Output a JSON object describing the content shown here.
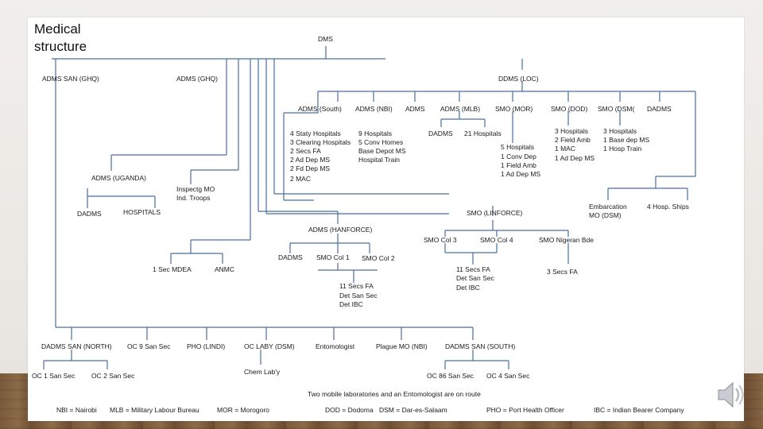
{
  "slide": {
    "title": "Medical\nstructure"
  },
  "nodes": {
    "dms": "DMS",
    "adms_san_ghq": "ADMS SAN (GHQ)",
    "adms_ghq": "ADMS (GHQ)",
    "ddms_loc": "DDMS (LOC)",
    "adms_south": "ADMS (South)",
    "adms_nbi": "ADMS (NBI)",
    "adms": "ADMS",
    "adms_mlb": "ADMS (MLB)",
    "smo_mor": "SMO (MOR)",
    "smo_dod": "SMO (DOD)",
    "smo_dsm": "SMO (DSM(",
    "dadms_top": "DADMS",
    "south_list": [
      "4 Staty Hospitals",
      "3 Clearing Hospitals",
      "2 Secs FA",
      "2 Ad Dep MS",
      "2 Fd Dep MS",
      "2 MAC"
    ],
    "nbi_list": [
      "9 Hospitals",
      "5 Conv Homes",
      "Base Depot MS",
      "Hospital Train"
    ],
    "mlb_dadms": "DADMS",
    "mlb_21hosp": "21 Hospitals",
    "mor_list": [
      "5 Hospitals",
      "1 Conv Dep",
      "1 Field Amb",
      "1 Ad Dep MS"
    ],
    "dod_list": [
      "3 Hospitals",
      "2 Field Amb",
      "1 MAC",
      "1 Ad Dep MS"
    ],
    "dsm_list": [
      "3 Hospitals",
      "1 Base dep MS",
      "1 Hosp Train"
    ],
    "adms_uganda": "ADMS (UGANDA)",
    "uganda_dadms": "DADMS",
    "uganda_hospitals": "HOSPITALS",
    "inspectg_mo": [
      "Inspectg MO",
      "Ind. Troops"
    ],
    "embarcation": [
      "Embarcation",
      "MO (DSM)"
    ],
    "hosp_ships": "4 Hosp. Ships",
    "smo_linforce": "SMO (LINFORCE)",
    "smo_col3": "SMO Col 3",
    "smo_col4": "SMO Col 4",
    "smo_nigerian": "SMO Nigeran Bde",
    "col_list": [
      "11 Secs FA",
      "Det San Sec",
      "Det IBC"
    ],
    "secs_fa_3": "3 Secs FA",
    "adms_hanforce": "ADMS (HANFORCE)",
    "hanforce_dadms": "DADMS",
    "smo_col1": "SMO Col 1",
    "smo_col2": "SMO Col 2",
    "hanforce_list": [
      "11 Secs FA",
      "Det San Sec",
      "Det IBC"
    ],
    "sec_mdea": "1 Sec MDEA",
    "animc": "ANMC",
    "dadms_san_north": "DADMS SAN (NORTH)",
    "oc9": "OC 9 San Sec",
    "pho_lindi": "PHO (LINDI)",
    "oc_laby": "OC LABY (DSM)",
    "entomologist": "Entomologist",
    "plague_mo": "Plague MO (NBI)",
    "dadms_san_south": "DADMS SAN (SOUTH)",
    "oc1": "OC 1 San Sec",
    "oc2": "OC 2 San Sec",
    "chem_lab": "Chem Lab'y",
    "oc86": "OC 86 San Sec",
    "oc4": "OC 4 San Sec"
  },
  "footnote": "Two mobile laboratories and an Entomologist are on route",
  "legend": {
    "nbi": "NBI = Nairobi",
    "mlb": "MLB = Military Labour Bureau",
    "mor": "MOR = Morogoro",
    "dod": "DOD = Dodoma",
    "dsm": "DSM = Dar-es-Salaam",
    "pho": "PHO = Port Health Officer",
    "ibc": "IBC = Indian Bearer Company"
  },
  "icons": {
    "speaker": "speaker-icon"
  }
}
